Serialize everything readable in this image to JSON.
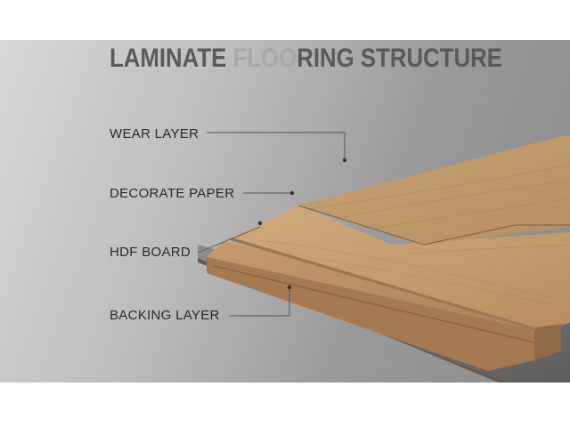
{
  "title": {
    "part1": "LAMINATE ",
    "part2": "FLOO",
    "part3": "RING STRUCTURE"
  },
  "layers": [
    {
      "label": "WEAR LAYER"
    },
    {
      "label": "DECORATE PAPER"
    },
    {
      "label": "HDF BOARD"
    },
    {
      "label": "BACKING LAYER"
    }
  ],
  "colors": {
    "wood_light": "#c9a57a",
    "wood_mid": "#b78c5f",
    "board_edge": "#a77b52",
    "backing": "#8c6a50",
    "leader_line": "#555555"
  }
}
